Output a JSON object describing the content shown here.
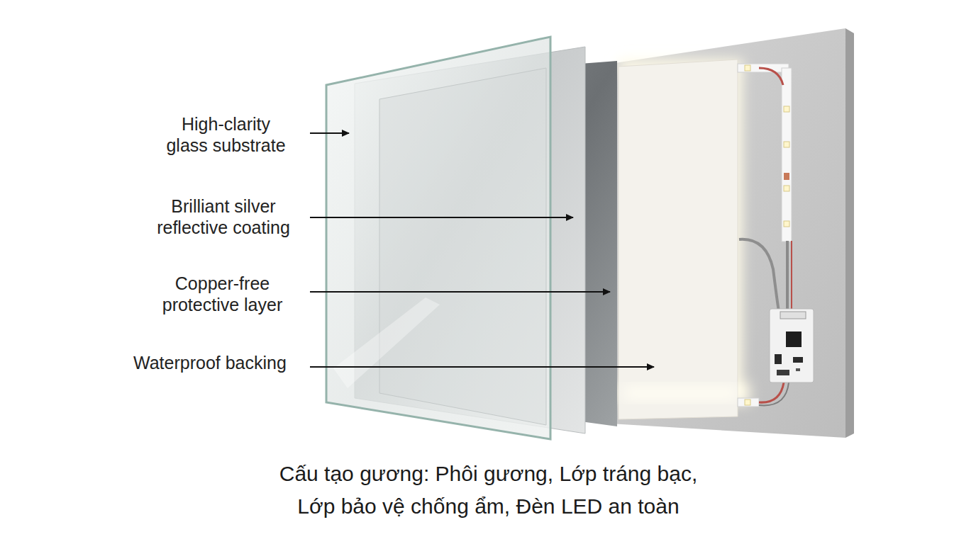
{
  "diagram": {
    "caption": "Cấu tạo gương: Phôi gương, Lớp tráng bạc, Lớp bảo vệ chống ẩm, Đèn LED an toàn",
    "labels": [
      "High-clarity glass substrate",
      "Brilliant silver reflective coating",
      "Copper-free protective layer",
      "Waterproof backing"
    ]
  }
}
